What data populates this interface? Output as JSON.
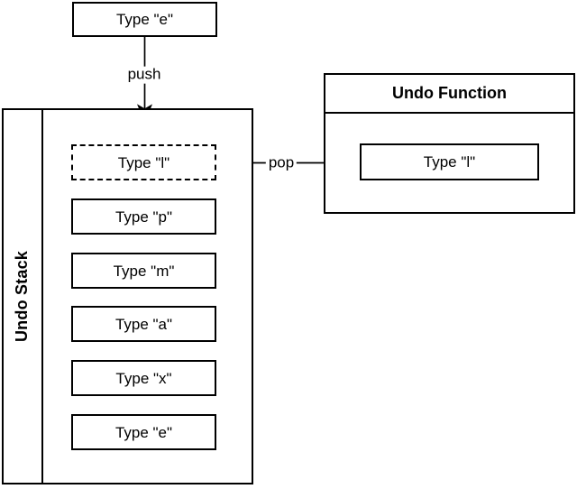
{
  "diagram": {
    "incoming_action": {
      "label": "Type \"e\""
    },
    "push_edge": {
      "label": "push"
    },
    "pop_edge": {
      "label": "pop"
    },
    "undo_stack": {
      "title": "Undo Stack",
      "top_item": {
        "label": "Type \"l\""
      },
      "items": [
        {
          "label": "Type \"p\""
        },
        {
          "label": "Type \"m\""
        },
        {
          "label": "Type \"a\""
        },
        {
          "label": "Type \"x\""
        },
        {
          "label": "Type \"e\""
        }
      ]
    },
    "undo_function": {
      "title": "Undo Function",
      "popped_item": {
        "label": "Type \"l\""
      }
    },
    "colors": {
      "line": "#000000",
      "background": "#ffffff"
    }
  }
}
